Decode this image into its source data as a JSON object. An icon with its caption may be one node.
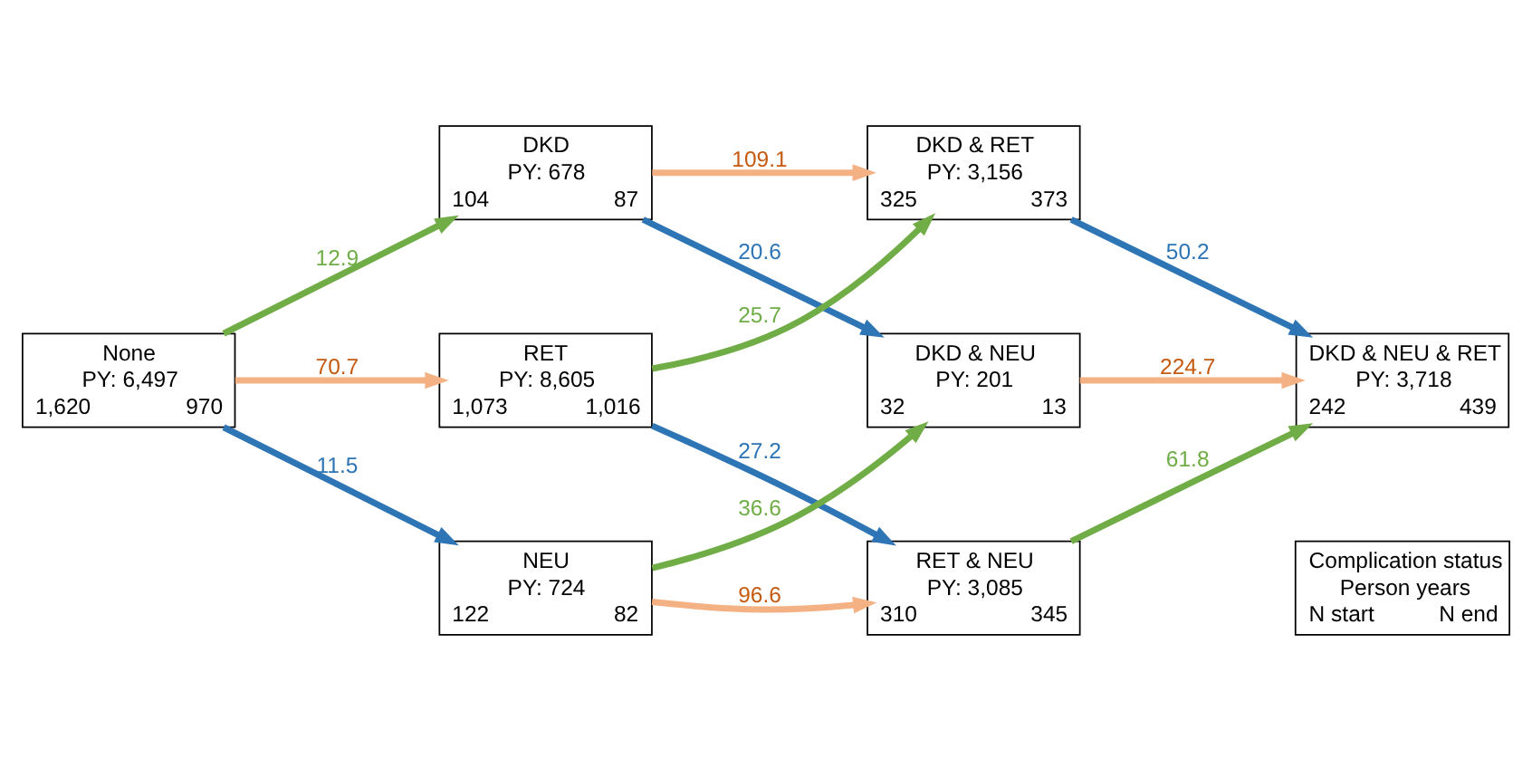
{
  "diagram": {
    "nodes": [
      {
        "text": [
          "None",
          "PY: 6,497",
          "1,620",
          "970"
        ]
      },
      {
        "text": [
          "DKD",
          "PY: 678",
          "104",
          "87"
        ]
      },
      {
        "text": [
          "RET",
          "PY: 8,605",
          "1,073",
          "1,016"
        ]
      },
      {
        "text": [
          "NEU",
          "PY: 724",
          "122",
          "82"
        ]
      },
      {
        "text": [
          "DKD & RET",
          "PY: 3,156",
          "325",
          "373"
        ]
      },
      {
        "text": [
          "DKD & NEU",
          "PY: 201",
          "32",
          "13"
        ]
      },
      {
        "text": [
          "RET & NEU",
          "PY: 3,085",
          "310",
          "345"
        ]
      },
      {
        "text": [
          "DKD & NEU & RET",
          "PY: 3,718",
          "242",
          "439"
        ]
      },
      {
        "text": [
          "Complication status",
          "Person years",
          "N start",
          "N end"
        ]
      }
    ],
    "edges": [
      {
        "from": 0,
        "to": 1,
        "arrow": "to",
        "label": "12.9",
        "color": "#70ad47"
      },
      {
        "from": 0,
        "to": 2,
        "arrow": "to",
        "label": "70.7",
        "color": "#f4b183"
      },
      {
        "from": 0,
        "to": 3,
        "arrow": "to",
        "label": "11.5",
        "color": "#2e75b6"
      },
      {
        "from": 1,
        "to": 4,
        "arrow": "to",
        "label": "109.1",
        "color": "#f4b183"
      },
      {
        "from": 1,
        "to": 5,
        "arrow": "to",
        "label": "20.6",
        "color": "#2e75b6"
      },
      {
        "from": 2,
        "to": 4,
        "arrow": "to",
        "label": "25.7",
        "color": "#70ad47"
      },
      {
        "from": 2,
        "to": 6,
        "arrow": "to",
        "label": "27.2",
        "color": "#2e75b6"
      },
      {
        "from": 3,
        "to": 5,
        "arrow": "to",
        "label": "36.6",
        "color": "#70ad47"
      },
      {
        "from": 3,
        "to": 6,
        "arrow": "to",
        "label": "96.6",
        "color": "#f4b183"
      },
      {
        "from": 4,
        "to": 7,
        "arrow": "to",
        "label": "50.2",
        "color": "#2e75b6"
      },
      {
        "from": 5,
        "to": 7,
        "arrow": "to",
        "label": "224.7",
        "color": "#f4b183"
      },
      {
        "from": 6,
        "to": 7,
        "arrow": "to",
        "label": "61.8",
        "color": "#70ad47"
      }
    ]
  }
}
